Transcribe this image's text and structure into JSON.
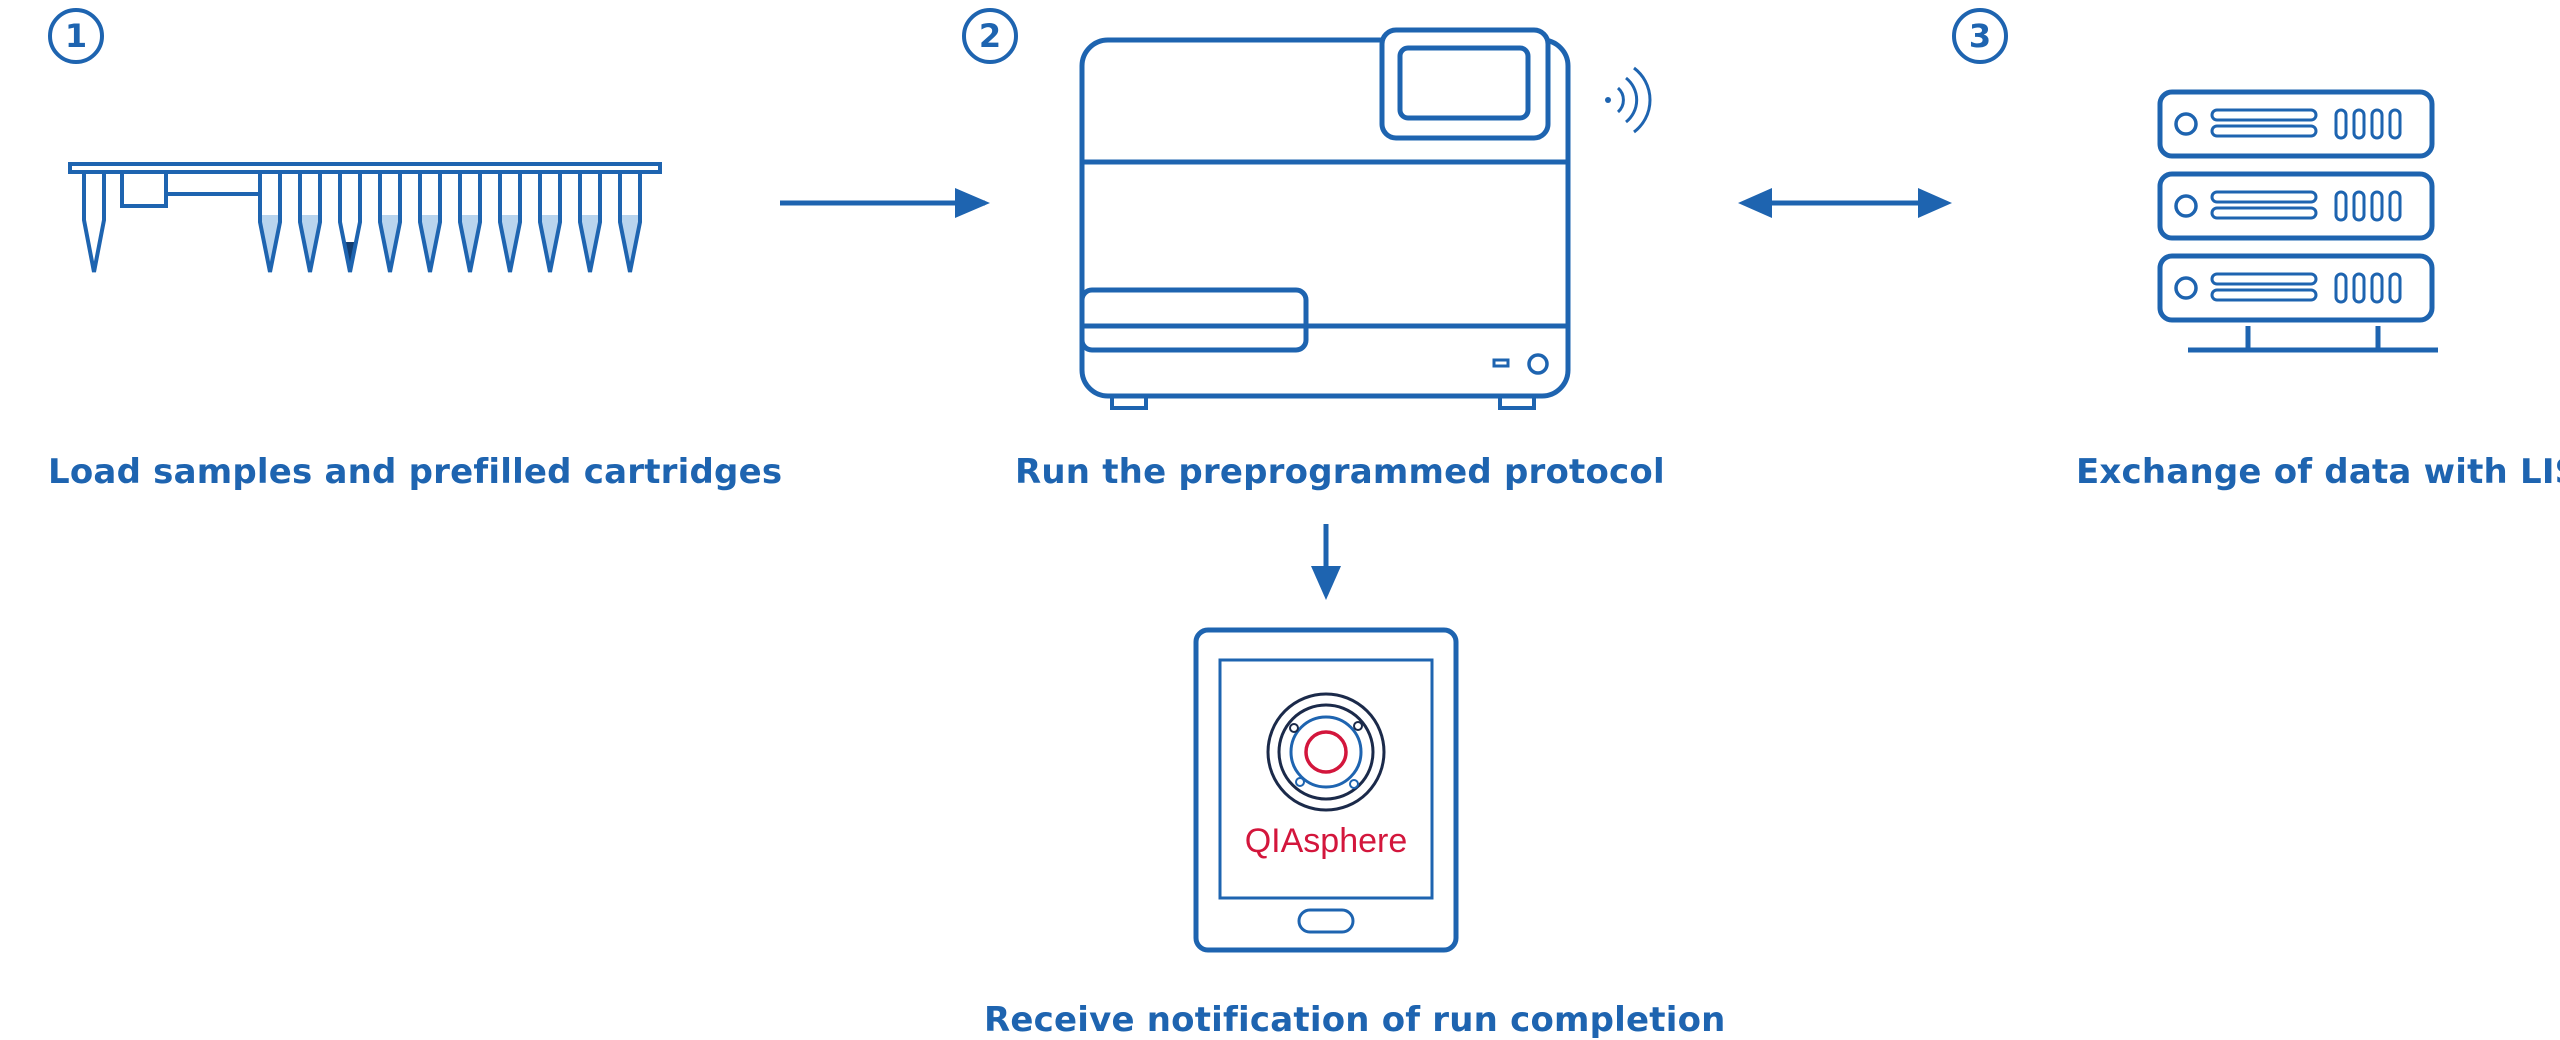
{
  "steps": [
    {
      "number": "1",
      "label": "Load samples and prefilled cartridges"
    },
    {
      "number": "2",
      "label": "Run the preprogrammed protocol"
    },
    {
      "number": "3",
      "label": "Exchange of data with LIS"
    }
  ],
  "notification": {
    "label": "Receive notification of run completion",
    "app_name": "QIAsphere"
  },
  "colors": {
    "primary": "#1e64b0",
    "liquid": "#b8d4ee",
    "dark_tip": "#123e72",
    "app_red": "#d3163c",
    "app_navy": "#1b2a4a"
  }
}
